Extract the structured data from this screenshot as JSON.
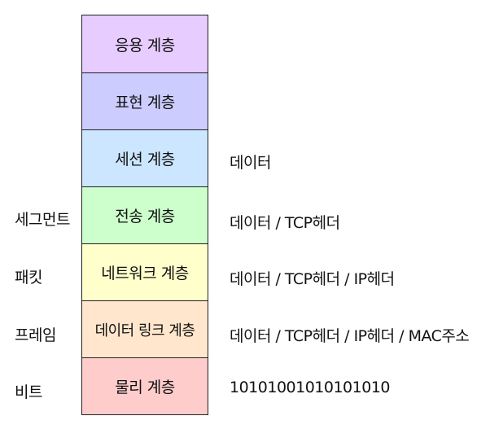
{
  "layers": [
    {
      "name": "응용 계층",
      "color": "#e6ccff",
      "pdu": "",
      "content": ""
    },
    {
      "name": "표현 계층",
      "color": "#ccccff",
      "pdu": "",
      "content": ""
    },
    {
      "name": "세션 계층",
      "color": "#cce6ff",
      "pdu": "",
      "content": "데이터"
    },
    {
      "name": "전송 계층",
      "color": "#ccffcc",
      "pdu": "세그먼트",
      "content": "데이터 / TCP헤더"
    },
    {
      "name": "네트워크 계층",
      "color": "#ffffcc",
      "pdu": "패킷",
      "content": "데이터 / TCP헤더 / IP헤더"
    },
    {
      "name": "데이터 링크 계층",
      "color": "#ffe6cc",
      "pdu": "프레임",
      "content": "데이터 / TCP헤더 / IP헤더 / MAC주소"
    },
    {
      "name": "물리 계층",
      "color": "#ffcccc",
      "pdu": "비트",
      "content": "10101001010101010"
    }
  ]
}
